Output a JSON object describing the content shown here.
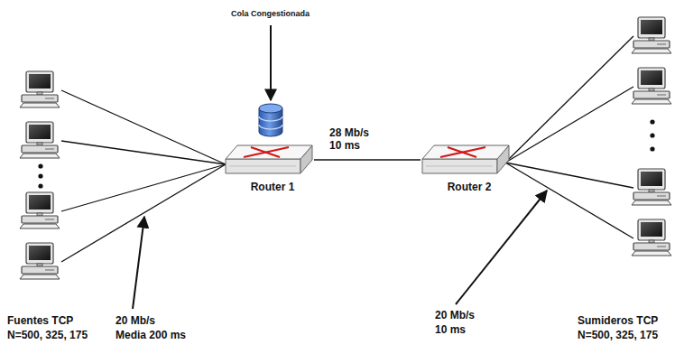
{
  "diagram": {
    "nodes": [
      {
        "text": [
          "Router 1"
        ]
      },
      {
        "text": [
          "Router 2"
        ]
      }
    ],
    "edges": [
      {
        "from": 0,
        "to": 1,
        "arrow": "none",
        "label": "28 Mb/s 10 ms"
      }
    ],
    "labels": [
      "Cola Congestionada",
      "Fuentes TCP",
      "N=500, 325, 175",
      "20 Mb/s",
      "Media 200 ms",
      "20 Mb/s",
      "10 ms",
      "Sumideros TCP",
      "N=500, 325, 175"
    ]
  }
}
